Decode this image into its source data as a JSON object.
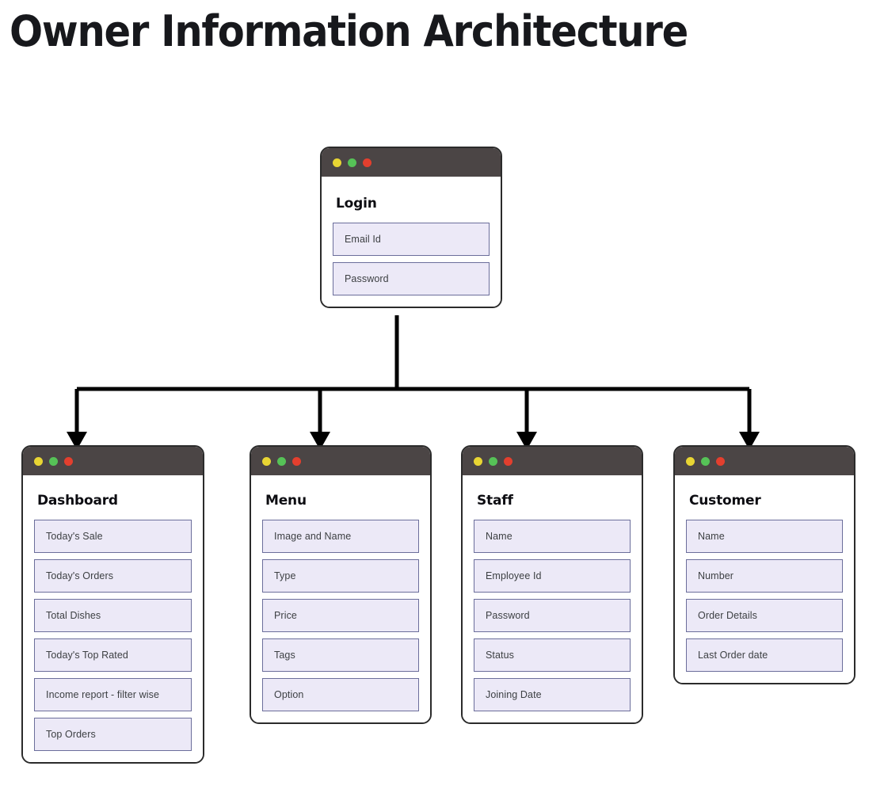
{
  "page": {
    "title": "Owner Information Architecture",
    "background_color": "#ffffff"
  },
  "colors": {
    "titlebar": "#4b4545",
    "dot_yellow": "#e8d533",
    "dot_green": "#56c257",
    "dot_red": "#e33f2e",
    "field_fill": "#ece9f7",
    "field_border": "#6b6e9b",
    "card_border": "#2b2b2b",
    "connector": "#000000",
    "heading_text": "#0d0d12",
    "field_text": "#3d4043"
  },
  "window_dots": [
    {
      "name": "minimize-dot",
      "color": "#e8d533"
    },
    {
      "name": "maximize-dot",
      "color": "#56c257"
    },
    {
      "name": "close-dot",
      "color": "#e33f2e"
    }
  ],
  "cards": {
    "login": {
      "heading": "Login",
      "fields": [
        {
          "label": "Email Id"
        },
        {
          "label": "Password"
        }
      ]
    },
    "dashboard": {
      "heading": "Dashboard",
      "fields": [
        {
          "label": "Today's Sale"
        },
        {
          "label": "Today's Orders"
        },
        {
          "label": "Total Dishes"
        },
        {
          "label": "Today's Top Rated"
        },
        {
          "label": "Income report - filter wise"
        },
        {
          "label": "Top Orders"
        }
      ]
    },
    "menu": {
      "heading": "Menu",
      "fields": [
        {
          "label": "Image and Name"
        },
        {
          "label": "Type"
        },
        {
          "label": "Price"
        },
        {
          "label": "Tags"
        },
        {
          "label": "Option"
        }
      ]
    },
    "staff": {
      "heading": "Staff",
      "fields": [
        {
          "label": "Name"
        },
        {
          "label": "Employee Id"
        },
        {
          "label": "Password"
        },
        {
          "label": "Status"
        },
        {
          "label": "Joining Date"
        }
      ]
    },
    "customer": {
      "heading": "Customer",
      "fields": [
        {
          "label": "Name"
        },
        {
          "label": "Number"
        },
        {
          "label": "Order Details"
        },
        {
          "label": "Last Order date"
        }
      ]
    }
  },
  "flow": {
    "parent": "login",
    "children": [
      "dashboard",
      "menu",
      "staff",
      "customer"
    ]
  }
}
